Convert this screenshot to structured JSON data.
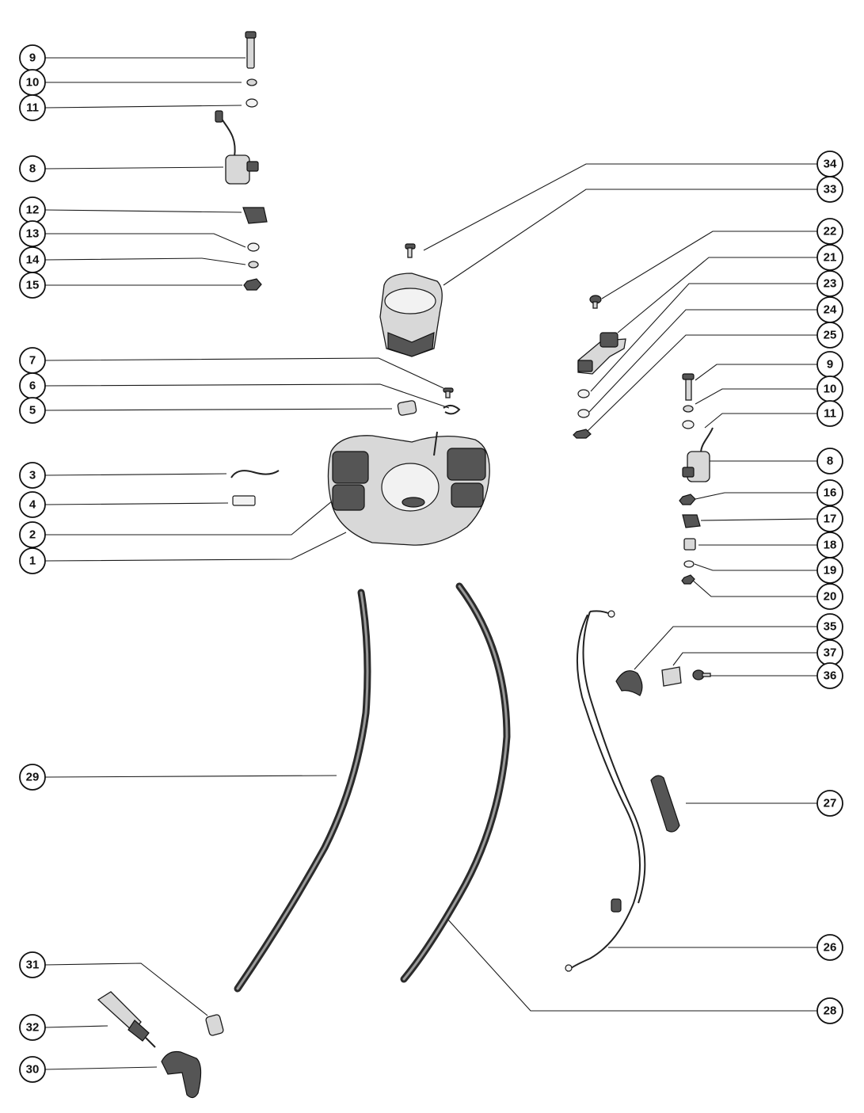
{
  "callouts": {
    "c1": "1",
    "c2": "2",
    "c3": "3",
    "c4": "4",
    "c5": "5",
    "c6": "6",
    "c7": "7",
    "c8a": "8",
    "c8b": "8",
    "c9a": "9",
    "c9b": "9",
    "c10a": "10",
    "c10b": "10",
    "c11a": "11",
    "c11b": "11",
    "c12": "12",
    "c13": "13",
    "c14": "14",
    "c15": "15",
    "c16": "16",
    "c17": "17",
    "c18": "18",
    "c19": "19",
    "c20": "20",
    "c21": "21",
    "c22": "22",
    "c23": "23",
    "c24": "24",
    "c25": "25",
    "c26": "26",
    "c27": "27",
    "c28": "28",
    "c29": "29",
    "c30": "30",
    "c31": "31",
    "c32": "32",
    "c33": "33",
    "c34": "34",
    "c35": "35",
    "c36": "36",
    "c37": "37"
  },
  "colors": {
    "line": "#1a1a1a",
    "part_fill": "#d8d8d8",
    "background": "#ffffff"
  }
}
